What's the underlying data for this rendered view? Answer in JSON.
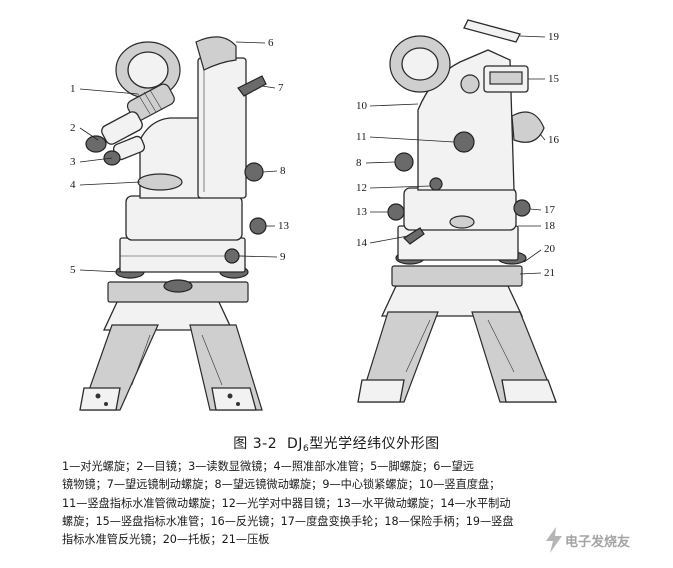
{
  "figure": {
    "callouts_left": [
      "1",
      "2",
      "3",
      "4",
      "5",
      "6",
      "7",
      "8",
      "9",
      "13"
    ],
    "callouts_right": [
      "19",
      "15",
      "10",
      "11",
      "16",
      "8",
      "12",
      "13",
      "17",
      "18",
      "14",
      "20",
      "21"
    ]
  },
  "caption": {
    "prefix": "图 3-2",
    "model": "DJ",
    "model_sub": "6",
    "suffix": "型光学经纬仪外形图"
  },
  "legend_lines": [
    "1—对光螺旋；2—目镜；3—读数显微镜；4—照准部水准管；5—脚螺旋；6—望远",
    "镜物镜；7—望远镜制动螺旋；8—望远镜微动螺旋；9—中心锁紧螺旋；10—竖直度盘；",
    "11—竖盘指标水准管微动螺旋；12—光学对中器目镜；13—水平微动螺旋；14—水平制动",
    "螺旋；15—竖盘指标水准管；16—反光镜；17—度盘变换手轮；18—保险手柄；19—竖盘",
    "指标水准管反光镜；20—托板；21—压板"
  ],
  "watermark": {
    "text": "电子发烧友",
    "icon": "lightning-logo-icon"
  }
}
